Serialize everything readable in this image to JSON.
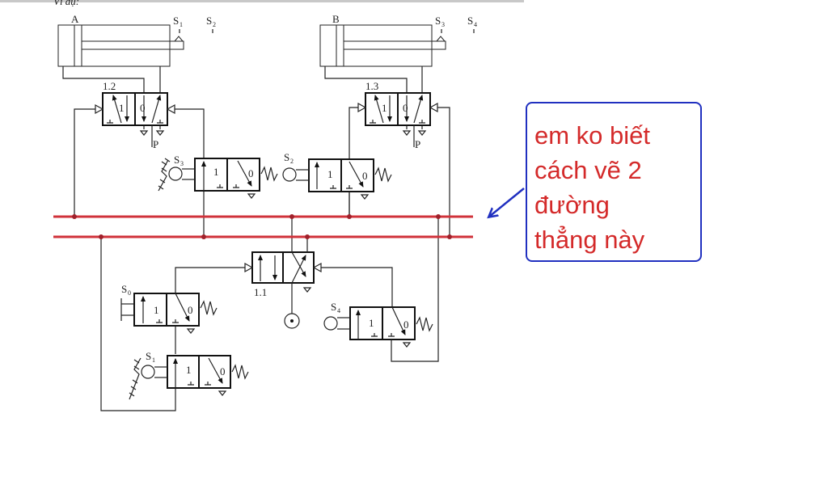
{
  "header": {
    "caption": "Ví dụ:"
  },
  "cylinders": [
    {
      "id": "A",
      "label": "A",
      "sensors": [
        "S1",
        "S2"
      ]
    },
    {
      "id": "B",
      "label": "B",
      "sensors": [
        "S3",
        "S4"
      ]
    }
  ],
  "valves": [
    {
      "id": "1.2",
      "label": "1.2",
      "positions": [
        "1",
        "0"
      ],
      "supply": "P"
    },
    {
      "id": "1.3",
      "label": "1.3",
      "positions": [
        "1",
        "0"
      ],
      "supply": "P"
    },
    {
      "id": "1.1",
      "label": "1.1"
    },
    {
      "id": "S3-valve",
      "label": "S3",
      "positions": [
        "1",
        "0"
      ]
    },
    {
      "id": "S2-valve",
      "label": "S2",
      "positions": [
        "1",
        "0"
      ]
    },
    {
      "id": "S0-valve",
      "label": "S0",
      "positions": [
        "1",
        "0"
      ]
    },
    {
      "id": "S4-valve",
      "label": "S4",
      "positions": [
        "1",
        "0"
      ]
    },
    {
      "id": "S1-valve",
      "label": "S1",
      "positions": [
        "1",
        "0"
      ]
    }
  ],
  "labels": {
    "A": "A",
    "B": "B",
    "S": "S",
    "sub": {
      "s0": "0",
      "s1": "1",
      "s2": "2",
      "s3": "3",
      "s4": "4"
    },
    "v12": "1.2",
    "v13": "1.3",
    "v11": "1.1",
    "pos1": "1",
    "pos0": "0",
    "P": "P"
  },
  "annotation": {
    "lines": [
      "em ko biết",
      "cách vẽ 2",
      "đường",
      "thẳng này"
    ],
    "text_color": "#d42a2a",
    "border_color": "#2030c0"
  },
  "colors": {
    "rail": "#d0323a",
    "arrow": "#2030c0"
  }
}
